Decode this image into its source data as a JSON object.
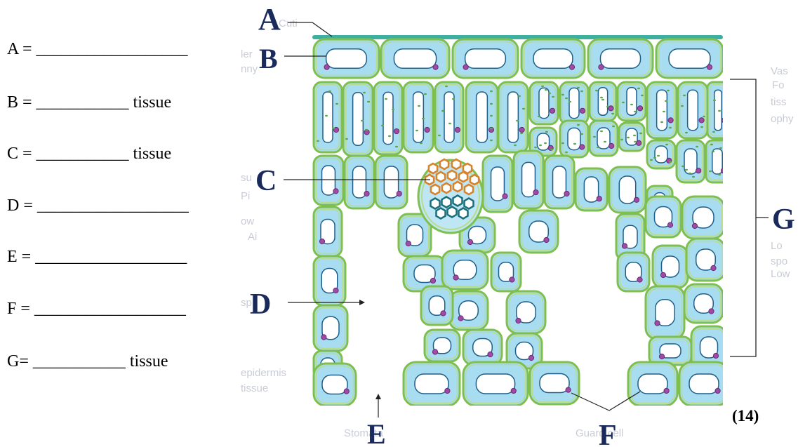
{
  "questions": [
    {
      "text": "A = __________________"
    },
    {
      "text": "B = ___________ tissue"
    },
    {
      "text": "C = ___________ tissue"
    },
    {
      "text": "D = __________________"
    },
    {
      "text": "E = __________________"
    },
    {
      "text": "F = __________________"
    },
    {
      "text": "G= ___________ tissue"
    }
  ],
  "marks": "(14)",
  "labels": {
    "A": "A",
    "B": "B",
    "C": "C",
    "D": "D",
    "E": "E",
    "F": "F",
    "G": "G"
  },
  "faint_text": [
    "Cuti",
    "ler",
    "nny",
    "Vas",
    "Fo",
    "tiss",
    "ophy",
    "su",
    "Pi",
    "ow",
    "Ai",
    "sp",
    "Lo",
    "spo",
    "Low",
    "epidermis",
    "tissue",
    "Stomata",
    "Guard cell"
  ],
  "colors": {
    "cell_fill": "#a8dcf0",
    "cell_wall": "#7fbf4d",
    "cuticle": "#3fb0a0",
    "nucleus": "#a04aa8",
    "xylem": "#1a6f7a",
    "phloem": "#d8822a",
    "label": "#1b2a5c"
  }
}
